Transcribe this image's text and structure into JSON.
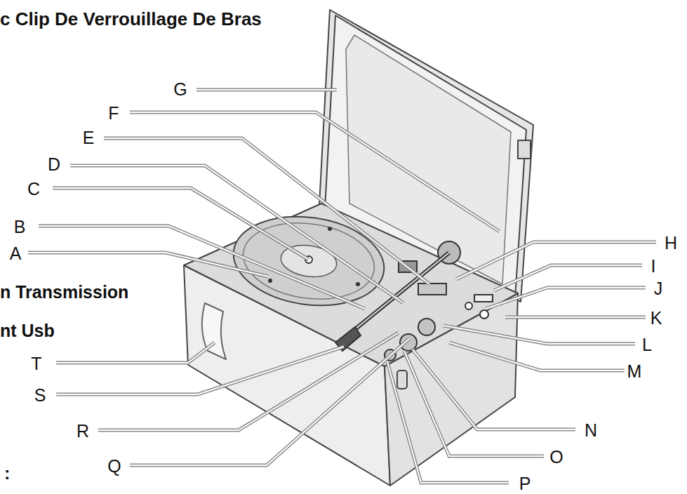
{
  "diagram": {
    "labels": [
      "c Clip De Verrouillage De Bras",
      "G",
      "F",
      "E",
      "D",
      "C",
      "B",
      "A",
      "H",
      "I",
      "J",
      "K",
      "n Transmission",
      "L",
      "nt Usb",
      "T",
      "M",
      "S",
      "R",
      "N",
      "Q",
      "O",
      "P",
      ":"
    ]
  }
}
